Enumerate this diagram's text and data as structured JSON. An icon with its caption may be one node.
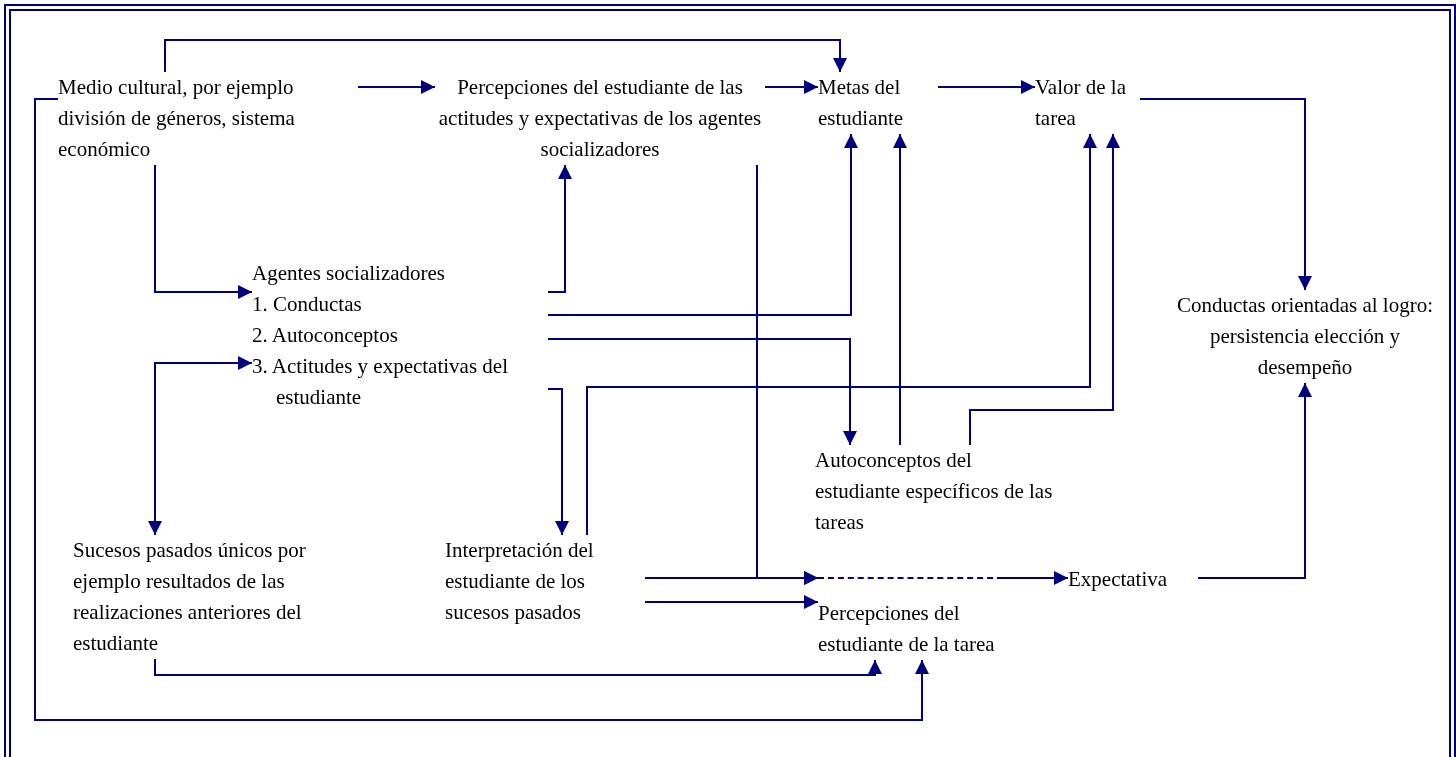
{
  "diagram": {
    "nodes": [
      {
        "text": [
          "Medio cultural, por ejemplo división de géneros, sistema económico"
        ]
      },
      {
        "text": [
          "Percepciones del estudiante de las actitudes y expectativas de los agentes socializadores"
        ]
      },
      {
        "text": [
          "Metas del estudiante"
        ]
      },
      {
        "text": [
          "Valor de la tarea"
        ]
      },
      {
        "text": [
          "Agentes socializadores",
          "1. Conductas",
          "2. Autoconceptos",
          "3. Actitudes y expectativas del estudiante"
        ]
      },
      {
        "text": [
          "Conductas orientadas al logro: persistencia elección y desempeño"
        ]
      },
      {
        "text": [
          "Autoconceptos del estudiante específicos de las tareas"
        ]
      },
      {
        "text": [
          "Sucesos pasados únicos por ejemplo resultados de las realizaciones anteriores del estudiante"
        ]
      },
      {
        "text": [
          "Interpretación del estudiante de los sucesos pasados"
        ]
      },
      {
        "text": [],
        "shape": "line"
      },
      {
        "text": [
          "Expectativa"
        ]
      },
      {
        "text": [
          "Percepciones del estudiante de la tarea"
        ]
      }
    ],
    "edges": [
      {
        "from": 0,
        "to": 1,
        "arrow": "to"
      },
      {
        "from": 0,
        "to": 2,
        "arrow": "to"
      },
      {
        "from": 0,
        "to": 4,
        "arrow": "to"
      },
      {
        "from": 0,
        "to": 11,
        "arrow": "to"
      },
      {
        "from": 1,
        "to": 2,
        "arrow": "to"
      },
      {
        "from": 1,
        "to": 9,
        "arrow": "to"
      },
      {
        "from": 2,
        "to": 3,
        "arrow": "to"
      },
      {
        "from": 3,
        "to": 5,
        "arrow": "to"
      },
      {
        "from": 4,
        "to": 1,
        "arrow": "to"
      },
      {
        "from": 4,
        "to": 2,
        "arrow": "to"
      },
      {
        "from": 4,
        "to": 6,
        "arrow": "to"
      },
      {
        "from": 4,
        "to": 8,
        "arrow": "to"
      },
      {
        "from": 4,
        "to": 7,
        "arrow": "both"
      },
      {
        "from": 6,
        "to": 2,
        "arrow": "to"
      },
      {
        "from": 6,
        "to": 3,
        "arrow": "to"
      },
      {
        "from": 8,
        "to": 3,
        "arrow": "to"
      },
      {
        "from": 8,
        "to": 9,
        "arrow": "to"
      },
      {
        "from": 8,
        "to": 11,
        "arrow": "to"
      },
      {
        "from": 9,
        "to": 10,
        "arrow": "to"
      },
      {
        "from": 10,
        "to": 5,
        "arrow": "to"
      },
      {
        "from": 7,
        "to": 11,
        "arrow": "to"
      }
    ]
  }
}
